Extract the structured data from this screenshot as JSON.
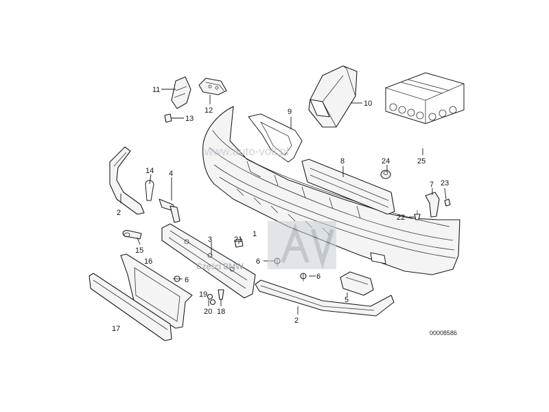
{
  "watermark": {
    "site": "www.auto-voll.pl",
    "brand": "Części BMW",
    "logo_color": "#8f9aa6"
  },
  "reference_number": "00008586",
  "callouts": {
    "c1": "1",
    "c2a": "2",
    "c2b": "2",
    "c3": "3",
    "c4": "4",
    "c5": "5",
    "c6a": "6",
    "c6b": "6",
    "c6c": "6",
    "c7": "7",
    "c8": "8",
    "c9": "9",
    "c10": "10",
    "c11": "11",
    "c12": "12",
    "c13": "13",
    "c14": "14",
    "c15": "15",
    "c16": "16",
    "c17": "17",
    "c18": "18",
    "c19": "19",
    "c20": "20",
    "c21": "21",
    "c22": "22",
    "c23": "23",
    "c24": "24",
    "c25": "25"
  }
}
